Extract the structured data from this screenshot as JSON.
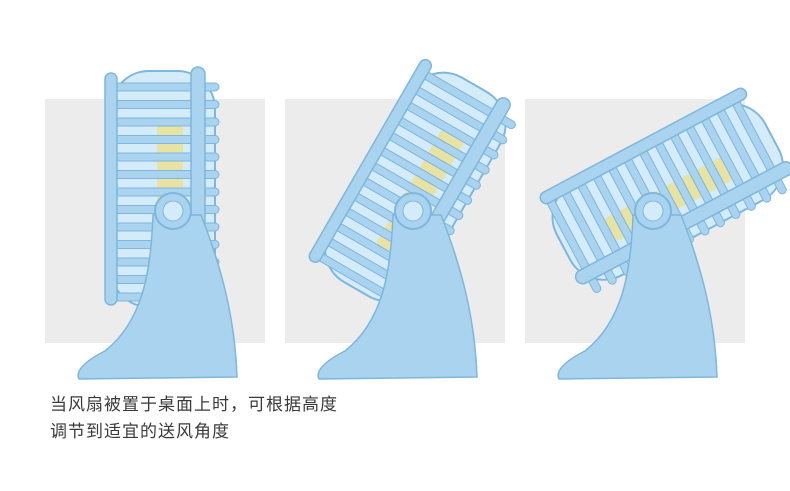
{
  "caption": {
    "line1": "当风扇被置于桌面上时，可根据高度",
    "line2": "调节到适宜的送风角度"
  },
  "colors": {
    "fan_body": "#a9d3ee",
    "fan_edge": "#7fb6dc",
    "fan_inner": "#d4ecfa",
    "blade": "#e8e3a2",
    "panel_bg": "#ececec"
  },
  "fans": [
    {
      "name": "fan-upright",
      "tilt_deg": 0
    },
    {
      "name": "fan-tilted-medium",
      "tilt_deg": 30
    },
    {
      "name": "fan-tilted-high",
      "tilt_deg": 62
    }
  ]
}
